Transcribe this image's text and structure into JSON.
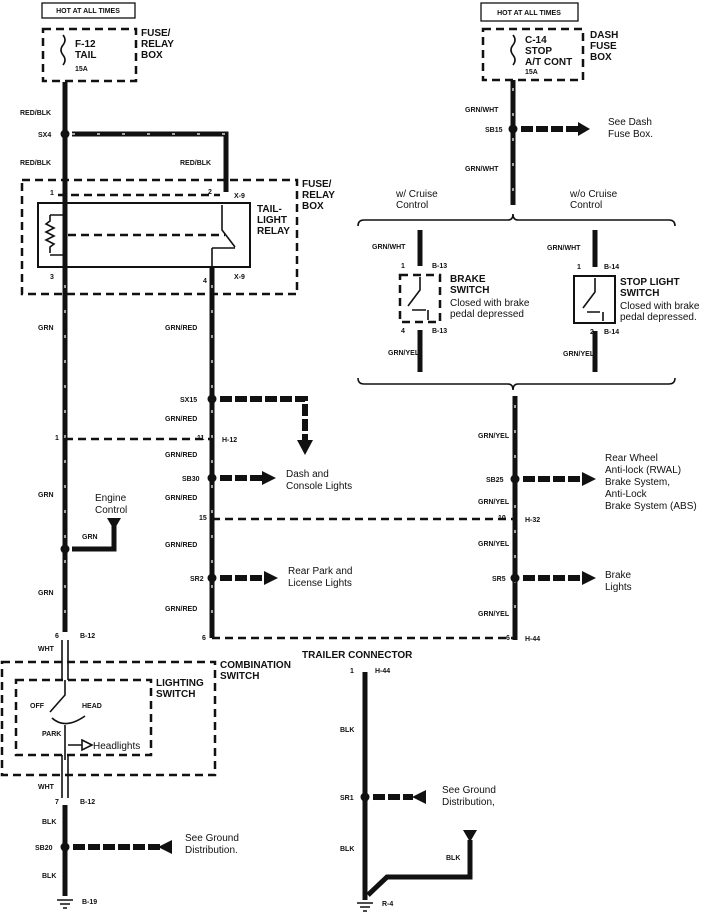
{
  "left_circuit": {
    "hot_label": "HOT AT ALL TIMES",
    "fuse": {
      "id": "F-12",
      "name": "TAIL",
      "rating": "15A"
    },
    "fuse_box_label": [
      "FUSE/",
      "RELAY",
      "BOX"
    ],
    "relay_box_label": [
      "FUSE/",
      "RELAY",
      "BOX"
    ],
    "relay_label": [
      "TAIL-",
      "LIGHT",
      "RELAY"
    ],
    "wires": {
      "red_blk": "RED/BLK",
      "grn": "GRN",
      "grn_red": "GRN/RED",
      "wht": "WHT",
      "blk": "BLK"
    },
    "splices": {
      "sx4": "SX4",
      "sx15": "SX15",
      "sb30": "SB30",
      "sr2": "SR2",
      "sb20": "SB20"
    },
    "pins": {
      "p1": "1",
      "p2": "2",
      "p3": "3",
      "p4": "4",
      "x9": "X-9",
      "p11": "11",
      "h12": "H-12",
      "p15": "15",
      "p6": "6",
      "p6b": "6",
      "b12": "B-12",
      "p7": "7",
      "b19": "B-19"
    },
    "dash_console": [
      "Dash and",
      "Console Lights"
    ],
    "engine_control": [
      "Engine",
      "Control"
    ],
    "rear_park": [
      "Rear Park and",
      "License Lights"
    ],
    "combination_switch": [
      "COMBINATION",
      "SWITCH"
    ],
    "lighting_switch": [
      "LIGHTING",
      "SWITCH"
    ],
    "switch_positions": {
      "off": "OFF",
      "head": "HEAD",
      "park": "PARK"
    },
    "headlights": "Headlights",
    "ground_dist": [
      "See Ground",
      "Distribution."
    ]
  },
  "right_circuit": {
    "hot_label": "HOT AT ALL TIMES",
    "fuse": {
      "id": "C-14",
      "name": "STOP",
      "name2": "A/T CONT",
      "rating": "15A"
    },
    "fuse_box_label": [
      "DASH",
      "FUSE",
      "BOX"
    ],
    "wires": {
      "grn_wht": "GRN/WHT",
      "grn_yel": "GRN/YEL",
      "blk": "BLK"
    },
    "splices": {
      "sb15": "SB15",
      "sb25": "SB25",
      "sr5": "SR5",
      "sr1": "SR1"
    },
    "see_dash": [
      "See Dash",
      "Fuse Box."
    ],
    "with_cruise": [
      "w/ Cruise",
      "Control"
    ],
    "without_cruise": [
      "w/o Cruise",
      "Control"
    ],
    "brake_switch": {
      "title": [
        "BRAKE",
        "SWITCH"
      ],
      "desc": [
        "Closed with brake",
        "pedal depressed"
      ],
      "pin_top": "1",
      "pin_bottom": "4",
      "conn": "B-13"
    },
    "stop_switch": {
      "title": [
        "STOP LIGHT",
        "SWITCH"
      ],
      "desc": [
        "Closed with brake",
        "pedal depressed."
      ],
      "pin_top": "1",
      "pin_bottom": "2",
      "conn": "B-14"
    },
    "abs": [
      "Rear Wheel",
      "Anti-lock (RWAL)",
      "Brake System,",
      "Anti-Lock",
      "Brake System (ABS)"
    ],
    "brake_lights": [
      "Brake",
      "Lights"
    ],
    "pins": {
      "p10": "10",
      "h32": "H-32",
      "p6": "6",
      "h44": "H-44",
      "p1": "1",
      "r4": "R-4"
    },
    "trailer_connector": "TRAILER CONNECTOR",
    "ground_dist": [
      "See Ground",
      "Distribution,"
    ]
  }
}
